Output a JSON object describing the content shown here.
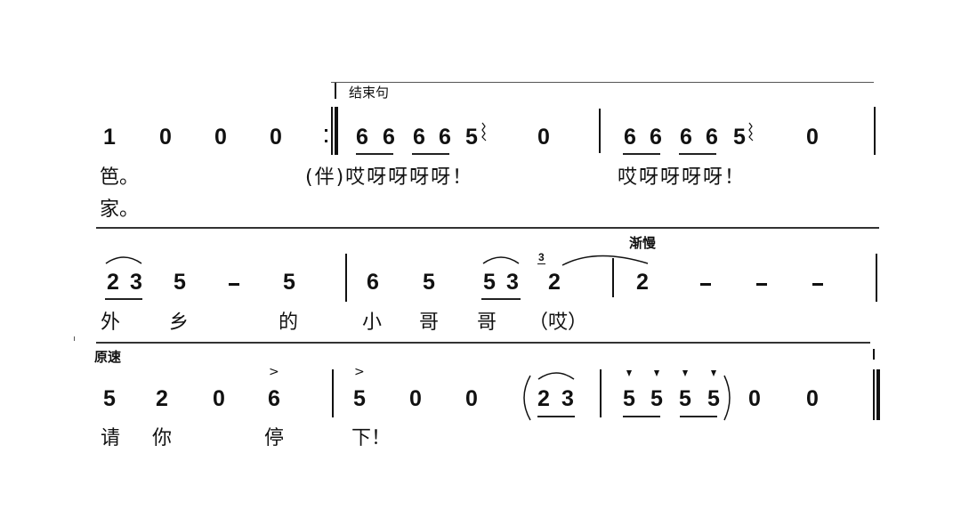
{
  "score": {
    "notation": "jianpu",
    "system1": {
      "annotation": "结束句",
      "measures": [
        {
          "notes": [
            "1",
            "0",
            "0",
            "0"
          ]
        },
        {
          "notes": [
            "6",
            "6",
            "6",
            "6",
            "5",
            "0"
          ],
          "ornament": "glissando-after-5"
        },
        {
          "notes": [
            "6",
            "6",
            "6",
            "6",
            "5",
            "0"
          ],
          "ornament": "glissando-after-5"
        }
      ],
      "repeat_sign": ":║",
      "lyrics_line1": [
        "笆。"
      ],
      "lyrics_line2": [
        "家。"
      ],
      "lyric_prefix": "(伴)",
      "lyrics_m2": "哎呀呀呀呀！",
      "lyrics_m3": "哎呀呀呀呀！"
    },
    "system2": {
      "annotation": "渐慢",
      "measures": [
        {
          "notes": [
            "2",
            "3",
            "5",
            "-",
            "5"
          ],
          "slur": "2-3"
        },
        {
          "notes": [
            "6",
            "5",
            "5",
            "3",
            "2"
          ],
          "slur": "5-3",
          "grace": "3"
        },
        {
          "notes": [
            "2",
            "-",
            "-",
            "-"
          ],
          "tie_from_previous": true
        }
      ],
      "lyrics": [
        "外",
        "乡",
        "的",
        "小",
        "哥",
        "哥",
        "（哎）"
      ]
    },
    "system3": {
      "annotation": "原速",
      "measures": [
        {
          "notes": [
            "5",
            "2",
            "0",
            "6"
          ],
          "accent_on": "6"
        },
        {
          "notes": [
            "5",
            "0",
            "0",
            "(",
            "2",
            "3"
          ],
          "accent_on": "5",
          "slur": "2-3"
        },
        {
          "notes": [
            "5",
            "5",
            "5",
            "5",
            ")",
            "0",
            "0"
          ],
          "staccato": true
        }
      ],
      "lyrics": [
        "请",
        "你",
        "停",
        "下！"
      ],
      "ending": "final-barline"
    }
  },
  "text": {
    "s1_n1": "1",
    "s1_n2": "0",
    "s1_n3": "0",
    "s1_n4": "0",
    "s1_m2": [
      "6",
      "6",
      "6",
      "6",
      "5",
      "0"
    ],
    "s1_m3": [
      "6",
      "6",
      "6",
      "6",
      "5",
      "0"
    ],
    "s1_ann": "结束句",
    "s1_ly_a": "笆。",
    "s1_ly_b": "家。",
    "s1_ly_m2": "(伴)哎呀呀呀呀！",
    "s1_ly_m3": "哎呀呀呀呀！",
    "s2_ann": "渐慢",
    "s2_grace": "3",
    "s2_m1": [
      "2",
      "3",
      "5",
      "–",
      "5"
    ],
    "s2_m2": [
      "6",
      "5",
      "5",
      "3",
      "2"
    ],
    "s2_m3": [
      "2",
      "–",
      "–",
      "–"
    ],
    "s2_ly": [
      "外",
      "乡",
      "的",
      "小",
      "哥",
      "哥",
      "（哎）"
    ],
    "s3_ann": "原速",
    "s3_m1": [
      "5",
      "2",
      "0",
      "6"
    ],
    "s3_m2": [
      "5",
      "0",
      "0",
      "(",
      "2",
      "3"
    ],
    "s3_m3": [
      "5",
      "5",
      "5",
      "5",
      ")",
      "0",
      "0"
    ],
    "s3_ly": [
      "请",
      "你",
      "停",
      "下！"
    ],
    "accent": ">"
  }
}
